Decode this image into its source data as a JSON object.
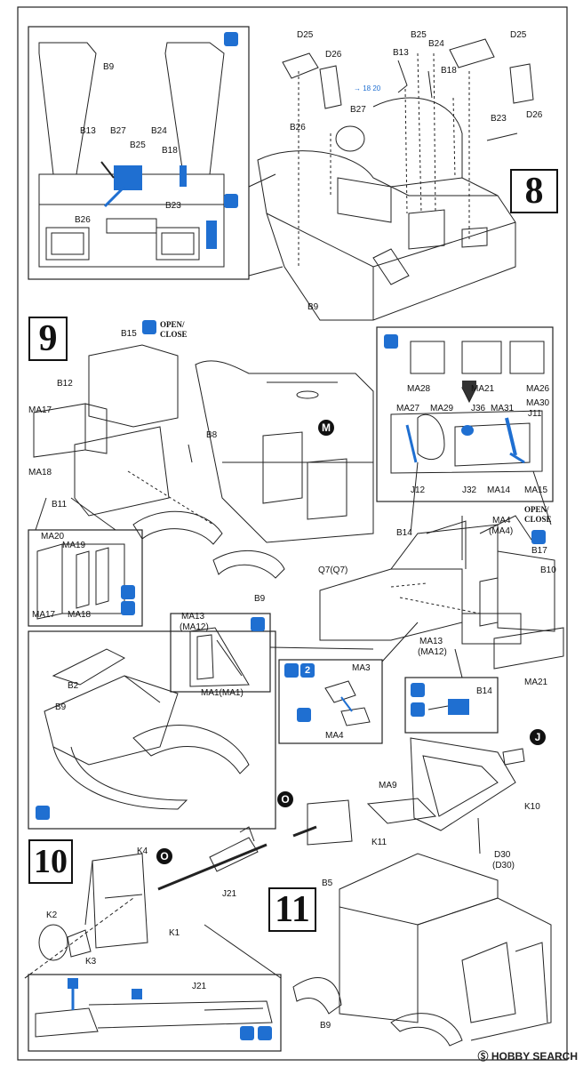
{
  "steps": {
    "s8": "8",
    "s9": "9",
    "s10": "10",
    "s11": "11"
  },
  "callouts": {
    "M": "M",
    "J": "J",
    "O_top": "O",
    "O_s10": "O"
  },
  "open_close": {
    "left": "OPEN/\nCLOSE",
    "right": "OPEN/\nCLOSE"
  },
  "watermark": "Ⓢ HOBBY SEARCH",
  "small_ref": "→ 18 20",
  "multiplier": "2",
  "labels": {
    "B9_inset": "B9",
    "B13_inset": "B13",
    "B27_inset": "B27",
    "B25_inset": "B25",
    "B24_inset": "B24",
    "B18_inset": "B18",
    "B23_inset": "B23",
    "B26_inset": "B26",
    "D25_l": "D25",
    "D26_l": "D26",
    "B27": "B27",
    "B26": "B26",
    "B13": "B13",
    "B25": "B25",
    "B24": "B24",
    "B18": "B18",
    "D25_r": "D25",
    "D26_r": "D26",
    "B23": "B23",
    "B9_s8": "B9",
    "B15": "B15",
    "B12": "B12",
    "MA17": "MA17",
    "MA18": "MA18",
    "B8": "B8",
    "B11": "B11",
    "MA20": "MA20",
    "MA19": "MA19",
    "MA17_i": "MA17",
    "MA18_i": "MA18",
    "B9_s9": "B9",
    "MA28": "MA28",
    "MA21_i": "MA21",
    "MA26": "MA26",
    "MA27": "MA27",
    "MA29": "MA29",
    "J36": "J36",
    "MA31": "MA31",
    "MA30": "MA30",
    "J11": "J11",
    "J12": "J12",
    "J32": "J32",
    "MA14": "MA14",
    "MA15": "MA15",
    "B14": "B14",
    "MA4": "MA4",
    "MA4p": "(MA4)",
    "B17": "B17",
    "B10": "B10",
    "Q7": "Q7(Q7)",
    "MA13": "MA13",
    "MA12": "(MA12)",
    "MA21": "MA21",
    "MA13i": "MA13",
    "MA12i": "(MA12)",
    "MA1": "MA1(MA1)",
    "MA3": "MA3",
    "MA4b": "MA4",
    "B14b": "B14",
    "B2": "B2",
    "B9_low": "B9",
    "MA9": "MA9",
    "K10": "K10",
    "K11": "K11",
    "D30": "D30",
    "D30p": "(D30)",
    "B5": "B5",
    "B9_s11": "B9",
    "K4": "K4",
    "J21": "J21",
    "K2": "K2",
    "K1": "K1",
    "K3": "K3",
    "J21_i": "J21"
  },
  "colors": {
    "accent": "#1f6fd1",
    "line": "#222222"
  }
}
